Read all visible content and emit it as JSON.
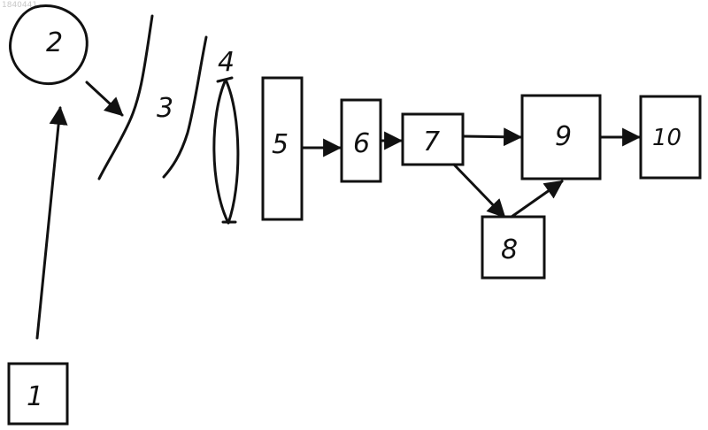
{
  "watermark": "1840441",
  "labels": {
    "source": "1",
    "object": "2",
    "medium": "3",
    "lens": "4",
    "block5": "5",
    "block6": "6",
    "block7": "7",
    "block8": "8",
    "block9": "9",
    "block10": "10"
  }
}
